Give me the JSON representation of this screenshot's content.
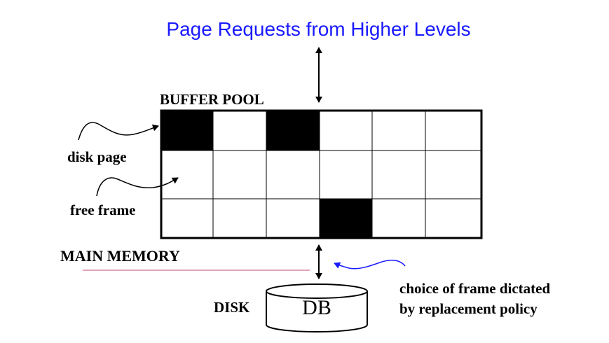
{
  "title": "Page Requests from Higher Levels",
  "buffer_pool": {
    "label": "BUFFER POOL",
    "rows": 3,
    "cols": 6,
    "filled_cells": [
      [
        0,
        0
      ],
      [
        0,
        2
      ],
      [
        2,
        3
      ]
    ]
  },
  "labels": {
    "disk_page": "disk page",
    "free_frame": "free frame",
    "main_memory": "MAIN MEMORY",
    "disk": "DISK",
    "db": "DB",
    "choice_line1": "choice of frame dictated",
    "choice_line2": "by replacement policy"
  },
  "colors": {
    "title": "#1a1aff",
    "annotation_curve": "#1a1aff",
    "divider_line": "#c04a7a",
    "filled_frame": "#000000"
  }
}
